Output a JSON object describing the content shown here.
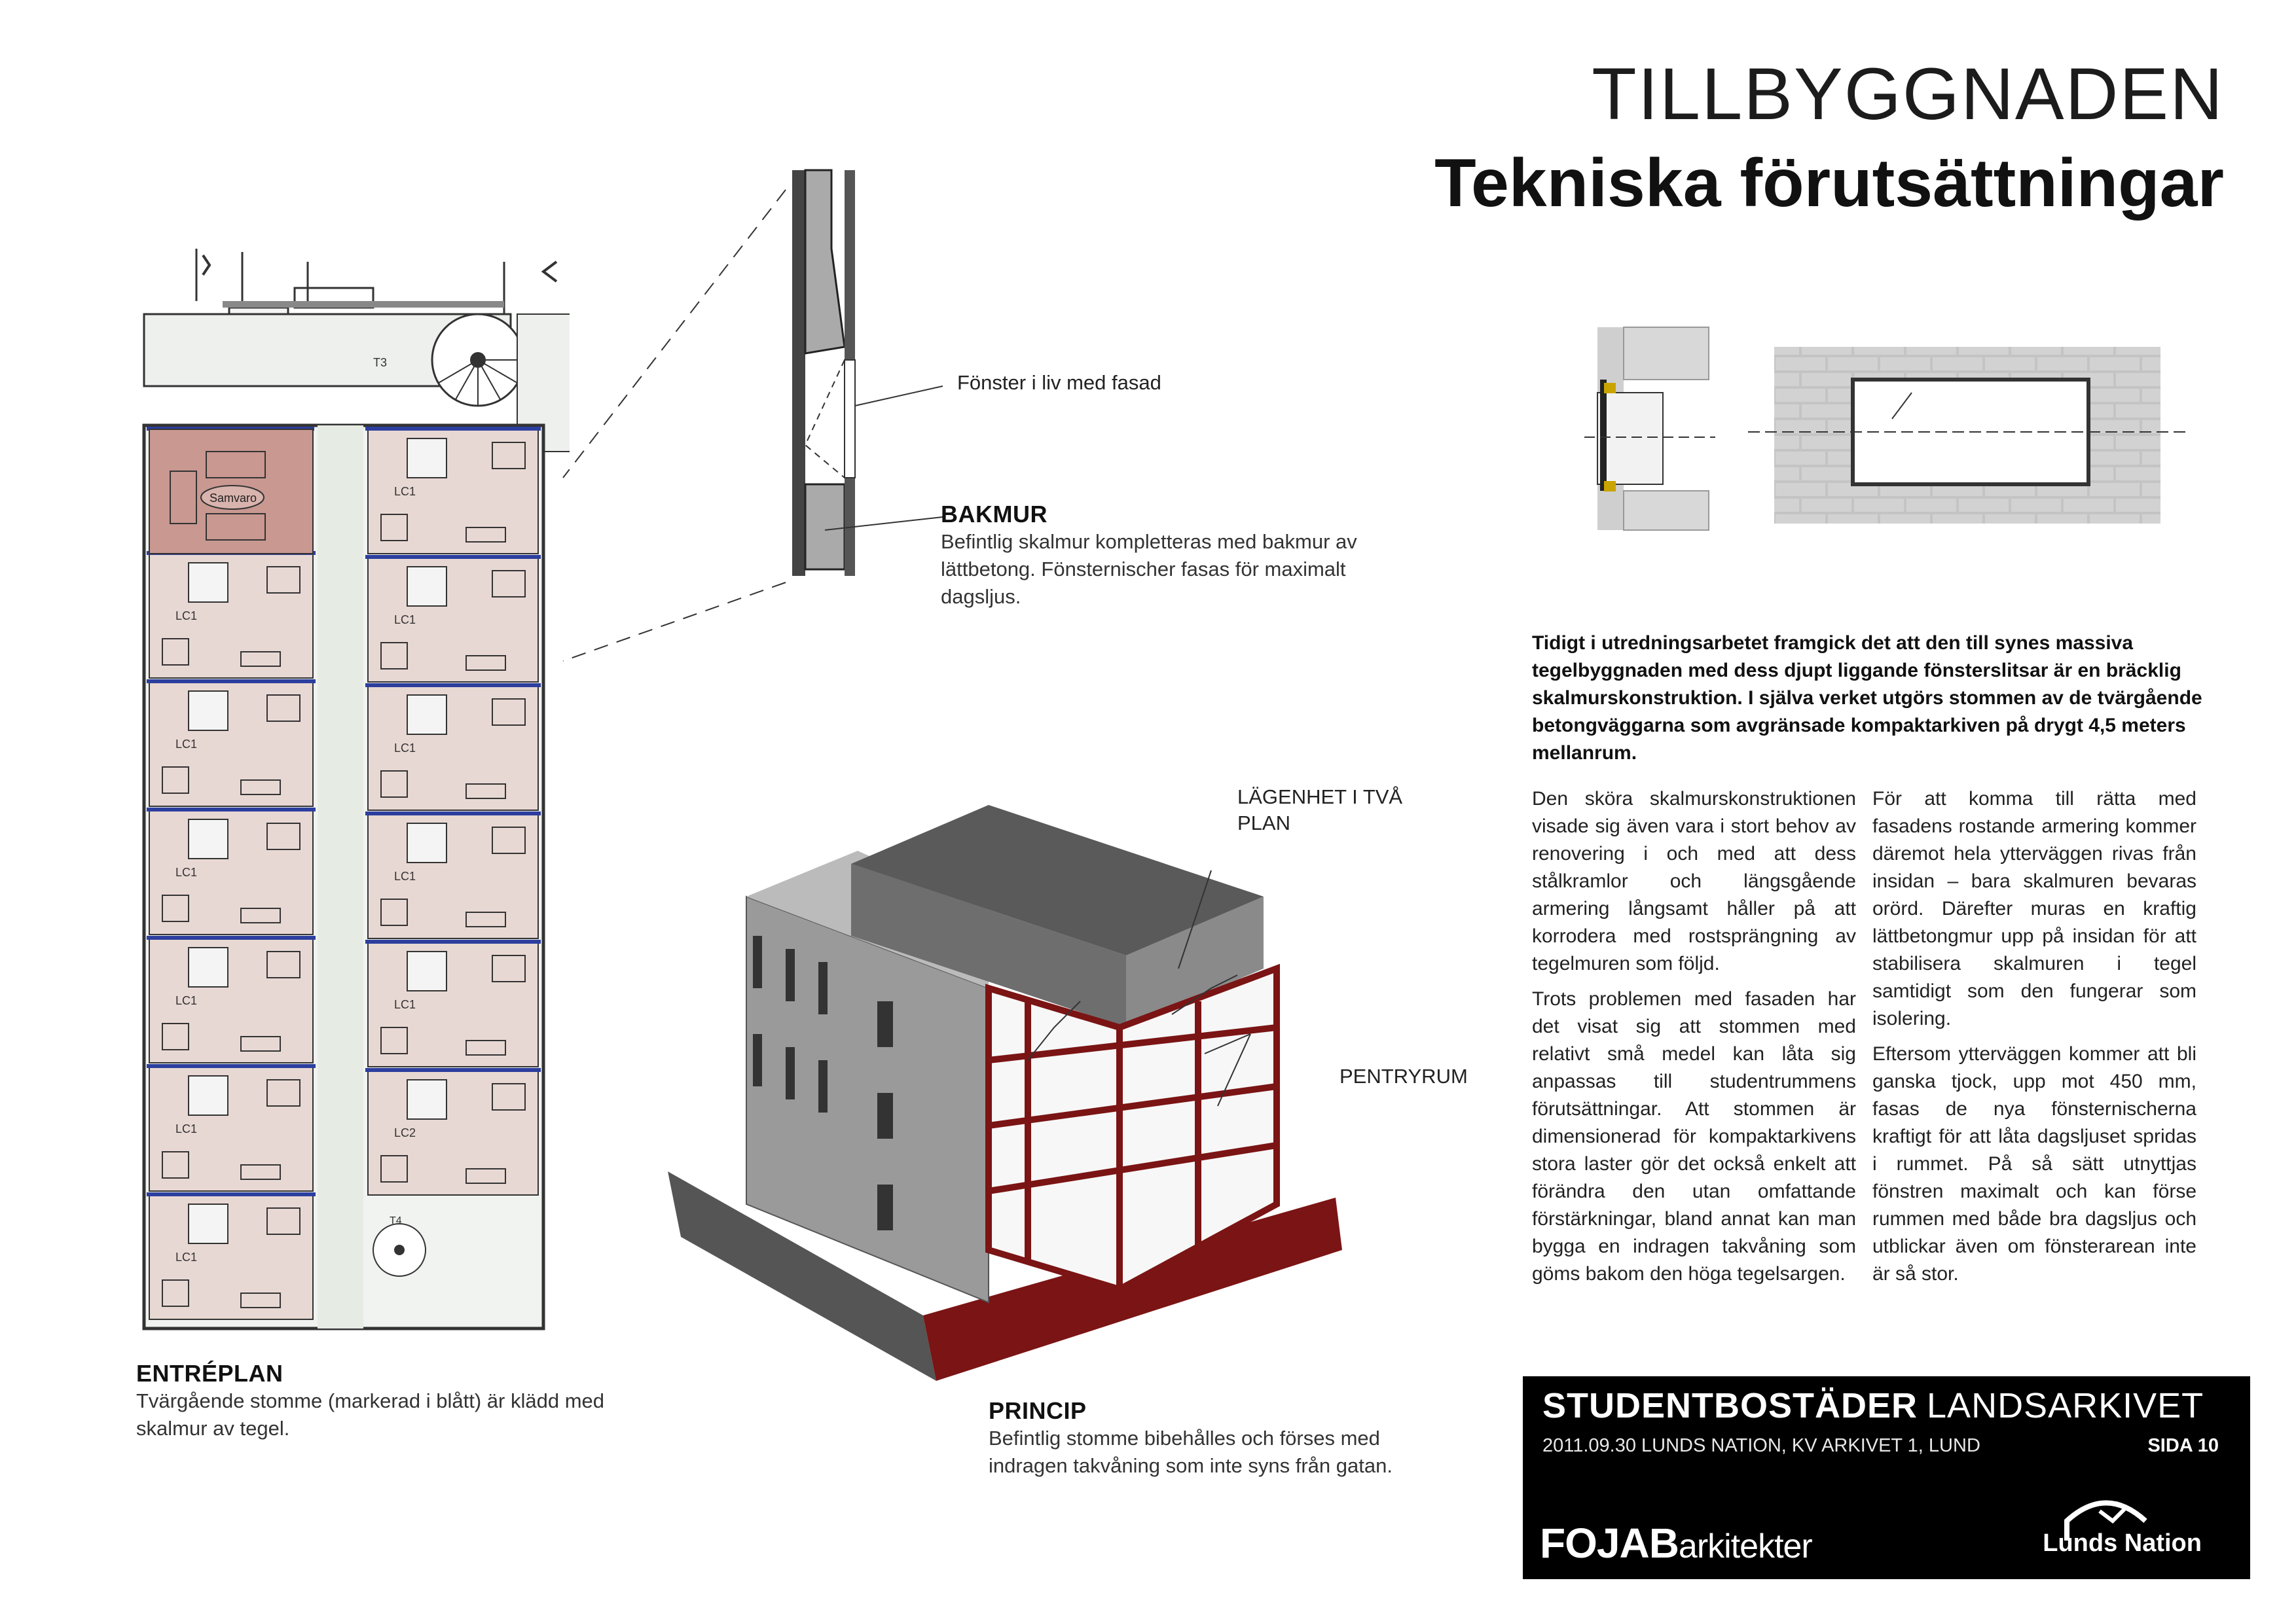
{
  "header": {
    "title": "TILLBYGGNADEN",
    "subtitle": "Tekniska förutsättningar"
  },
  "floorplan": {
    "rooms": {
      "t3": "T3",
      "samvaro": "Samvaro",
      "lc1": "LC1",
      "lc2": "LC2",
      "t4": "T4"
    },
    "caption_title": "ENTRÉPLAN",
    "caption_text": "Tvärgående stomme (markerad i blått) är klädd med skalmur av tegel."
  },
  "wall_detail": {
    "window_label": "Fönster i liv med fasad",
    "caption_title": "BAKMUR",
    "caption_text": "Befintlig skalmur kompletteras med bakmur av lättbetong. Fönsternischer fasas för maximalt dagsljus."
  },
  "principle": {
    "label_apartment": "LÄGENHET I TVÅ PLAN",
    "label_pantry": "PENTRYRUM",
    "caption_title": "PRINCIP",
    "caption_text": "Befintlig stomme bibehålles och förses med indragen takvåning som inte syns från gatan."
  },
  "text": {
    "intro": "Tidigt i utredningsarbetet framgick det att den till synes massiva tegelbyggnaden med dess djupt liggande fönsterslitsar är en bräcklig skalmurskonstruktion. I själva verket utgörs stommen av de tvärgående betongväggarna som avgränsade kompaktarkiven på drygt 4,5 meters mellanrum.",
    "col1_p1": "Den sköra skalmurskonstruktionen visade sig även vara i stort behov av renovering i och med att dess stålkramlor och längsgående armering långsamt håller på att korrodera med rostsprängning av tegelmuren som följd.",
    "col1_p2": "Trots problemen med fasaden har det visat sig att stommen med relativt små medel kan låta sig anpassas till studentrummens förutsättningar. Att stommen är dimensionerad för kompaktarkivens stora laster gör det också enkelt att förändra den utan omfattande förstärkningar, bland annat kan man bygga en indragen takvåning som göms bakom den höga tegelsargen.",
    "col2_p1": "För att komma till rätta med fasadens rostande armering kommer däremot hela ytterväggen rivas från insidan – bara skalmuren bevaras orörd. Därefter muras en kraftig lättbetongmur upp på insidan för att stabilisera skalmuren i tegel samtidigt som den fungerar som isolering.",
    "col2_p2": "Eftersom ytterväggen kommer att bli ganska tjock, upp mot 450 mm, fasas de nya fönsternischerna kraftigt för att låta dagsljuset spridas i rummet. På så sätt utnyttjas fönstren maximalt och kan förse rummen med både bra dagsljus och utblickar även om fönsterarean inte är så stor."
  },
  "footer": {
    "project_bold": "STUDENTBOSTÄDER",
    "project_light": "LANDSARKIVET",
    "info": "2011.09.30 LUNDS NATION, KV ARKIVET 1, LUND",
    "page": "SIDA 10",
    "company_bold": "FOJAB",
    "company_light": "arkitekter",
    "org": "Lunds Nation"
  },
  "colors": {
    "frame_blue": "#2c3e9e",
    "room_fill": "#e8d8d3",
    "samvaro_fill": "#c99891",
    "section_red": "#8c1a1a",
    "brick_gray": "#c9c9c9"
  }
}
